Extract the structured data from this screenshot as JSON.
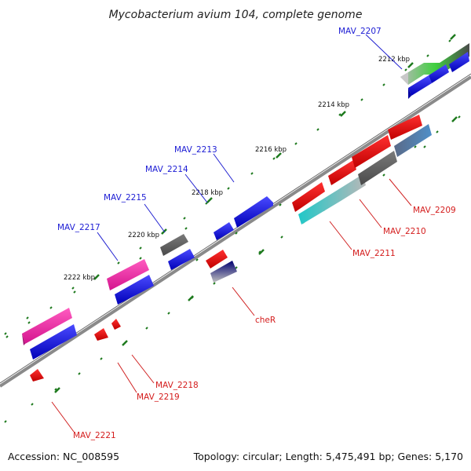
{
  "title": "Mycobacterium avium 104, complete genome",
  "footer": {
    "accession": "Accession: NC_008595",
    "topology": "Topology: circular; Length: 5,475,491 bp; Genes: 5,170"
  },
  "ticks": {
    "t2212": "2212 kbp",
    "t2214": "2214 kbp",
    "t2216": "2216 kbp",
    "t2218": "2218 kbp",
    "t2220": "2220 kbp",
    "t2222": "2222 kbp"
  },
  "genes": {
    "mav2207": "MAV_2207",
    "mav2213": "MAV_2213",
    "mav2214": "MAV_2214",
    "mav2215": "MAV_2215",
    "mav2217": "MAV_2217",
    "mav2209": "MAV_2209",
    "mav2210": "MAV_2210",
    "mav2211": "MAV_2211",
    "cher": "cheR",
    "mav2218": "MAV_2218",
    "mav2219": "MAV_2219",
    "mav2221": "MAV_2221"
  },
  "colors": {
    "forward_label": "#1c1cd4",
    "reverse_label": "#d41c1c",
    "backbone": "#7a7a7a",
    "tick": "#1e7a1e"
  }
}
